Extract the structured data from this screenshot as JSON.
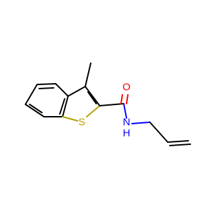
{
  "molecule": {
    "atoms": {
      "sulfur": {
        "symbol": "S",
        "color": "#b2a000"
      },
      "oxygen": {
        "symbol": "O",
        "color": "#ff0000"
      },
      "nitrogen": {
        "symbol": "N",
        "color": "#0000ff"
      },
      "amide_hydrogen": {
        "symbol": "H",
        "color": "#0000ff"
      }
    },
    "bond_color": "#000000",
    "background": "#ffffff"
  }
}
